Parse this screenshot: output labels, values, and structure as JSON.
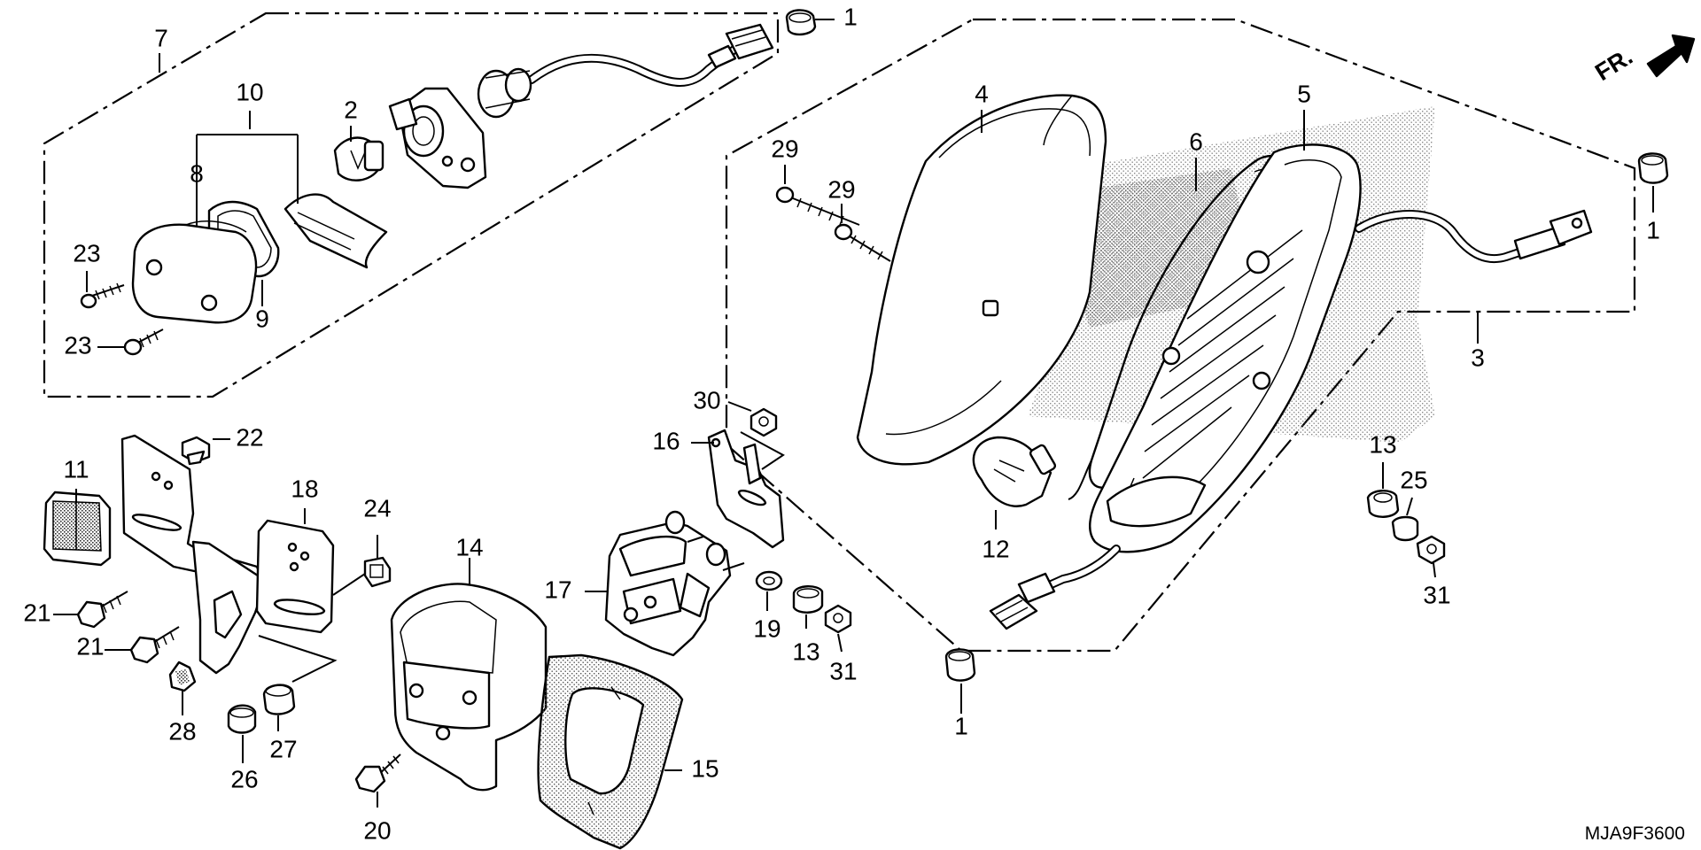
{
  "diagram_code": "MJA9F3600",
  "direction_marker": "FR.",
  "callouts": {
    "c1_top": "1",
    "c1_right": "1",
    "c1_bottom": "1",
    "c2": "2",
    "c3": "3",
    "c4": "4",
    "c5": "5",
    "c6": "6",
    "c7": "7",
    "c8": "8",
    "c9": "9",
    "c10": "10",
    "c11": "11",
    "c12": "12",
    "c13_mid": "13",
    "c13_right": "13",
    "c14": "14",
    "c15": "15",
    "c16": "16",
    "c17": "17",
    "c18": "18",
    "c19": "19",
    "c20": "20",
    "c21_a": "21",
    "c21_b": "21",
    "c22": "22",
    "c23_a": "23",
    "c23_b": "23",
    "c24": "24",
    "c25": "25",
    "c26": "26",
    "c27": "27",
    "c28": "28",
    "c29_a": "29",
    "c29_b": "29",
    "c30": "30",
    "c31_mid": "31",
    "c31_right": "31"
  }
}
